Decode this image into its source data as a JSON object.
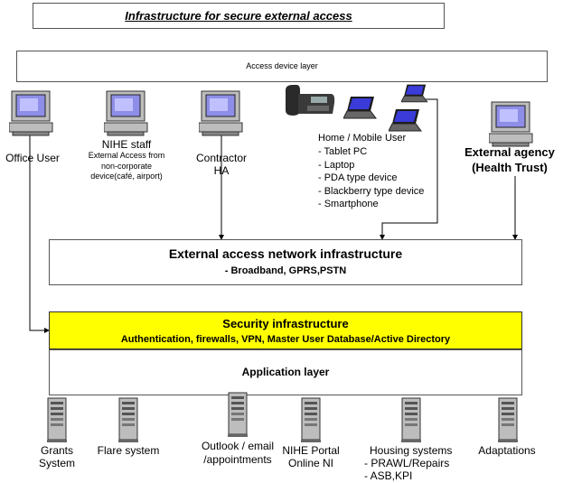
{
  "title": "Infrastructure for secure external access",
  "access_layer": "Access device layer",
  "users": {
    "office_user": "Office User",
    "nihe_staff": {
      "name": "NIHE staff",
      "line1": "External Access from",
      "line2": "non-corporate",
      "line3": "device(café, airport)"
    },
    "contractor": {
      "line1": "Contractor",
      "line2": "HA"
    },
    "home_mobile": {
      "title": "Home / Mobile User",
      "items": [
        "- Tablet PC",
        "- Laptop",
        "- PDA type device",
        "- Blackberry type device",
        "- Smartphone"
      ]
    },
    "external_agency": {
      "line1": "External agency",
      "line2": "(Health Trust)"
    }
  },
  "external_network": {
    "title": "External access network infrastructure",
    "subtitle": "- Broadband, GPRS,PSTN"
  },
  "security": {
    "title": "Security infrastructure",
    "subtitle": "Authentication, firewalls, VPN, Master User Database/Active Directory"
  },
  "application_layer": "Application layer",
  "systems": {
    "grants": {
      "line1": "Grants",
      "line2": "System"
    },
    "flare": "Flare system",
    "outlook": {
      "line1": "Outlook / email",
      "line2": "/appointments"
    },
    "portal": {
      "line1": "NIHE Portal",
      "line2": "Online NI"
    },
    "housing": {
      "line1": "Housing systems",
      "line2": "- PRAWL/Repairs",
      "line3": "- ASB,KPI"
    },
    "adaptations": "Adaptations"
  },
  "colors": {
    "security_fill": "#ffff00",
    "screen_blue": "#8e8ee8",
    "device_gray": "#bdbdbd"
  },
  "icons": [
    "desktop-computer-icon",
    "laptop-icon",
    "desk-phone-icon",
    "server-tower-icon"
  ]
}
